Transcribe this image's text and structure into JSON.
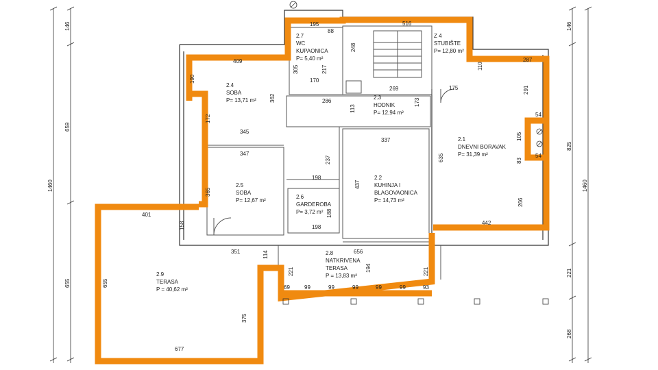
{
  "rooms": [
    {
      "id": "r21",
      "number": "2.1",
      "name": "DNEVNI BORAVAK",
      "area": "P= 31,39 m²"
    },
    {
      "id": "r22",
      "number": "2.2",
      "name": "KUHINJA I",
      "name2": "BLAGOVAONICA",
      "area": "P= 14,73 m²"
    },
    {
      "id": "r23",
      "number": "2.3",
      "name": "HODNIK",
      "area": "P= 12,94 m²"
    },
    {
      "id": "r24",
      "number": "2.4",
      "name": "SOBA",
      "area": "P= 13,71 m²"
    },
    {
      "id": "r25",
      "number": "2.5",
      "name": "SOBA",
      "area": "P= 12,67 m²"
    },
    {
      "id": "r26",
      "number": "2.6",
      "name": "GARDEROBA",
      "area": "P= 3,72 m²"
    },
    {
      "id": "r27",
      "number": "2.7",
      "name": "WC",
      "name2": "KUPAONICA",
      "area": "P= 5,40 m²"
    },
    {
      "id": "r28",
      "number": "2.8",
      "name": "NATKRIVENA",
      "name2": "TERASA",
      "area": "P = 13,83 m²"
    },
    {
      "id": "r29",
      "number": "2.9",
      "name": "TERASA",
      "area": "P = 40,62 m²"
    },
    {
      "id": "rz4",
      "number": "Z 4",
      "name": "STUBIŠTE",
      "area": "P= 12,80 m²"
    }
  ],
  "dims": {
    "left_outer": [
      "146",
      "659",
      "655"
    ],
    "left_total": "1460",
    "right_outer": [
      "146",
      "825",
      "221",
      "268"
    ],
    "right_total": "1460",
    "top": [
      "195",
      "88",
      "516"
    ],
    "d409": "409",
    "d190": "190",
    "d305": "305",
    "d217": "217",
    "d248": "248",
    "d170": "170",
    "d110": "110",
    "d287": "287",
    "d269": "269",
    "d175": "175",
    "d362": "362",
    "d286": "286",
    "d113": "113",
    "d173": "173",
    "d291": "291",
    "d54a": "54",
    "d172": "172",
    "d345": "345",
    "d337": "337",
    "d105": "105",
    "d347": "347",
    "d237": "237",
    "d83": "83",
    "d54b": "54",
    "d635": "635",
    "d198a": "198",
    "d437": "437",
    "d365": "365",
    "d266": "266",
    "d401": "401",
    "d188": "188",
    "d158": "158",
    "d198b": "198",
    "d442": "442",
    "d351": "351",
    "d656": "656",
    "d114": "114",
    "d221a": "221",
    "d194": "194",
    "d221b": "221",
    "d655t": "655",
    "d69": "69",
    "d99a": "99",
    "d99b": "99",
    "d99c": "99",
    "d99d": "99",
    "d99e": "99",
    "d93": "93",
    "d375": "375",
    "d677": "677"
  },
  "colors": {
    "accent": "#f08a10",
    "wall": "#333333"
  }
}
